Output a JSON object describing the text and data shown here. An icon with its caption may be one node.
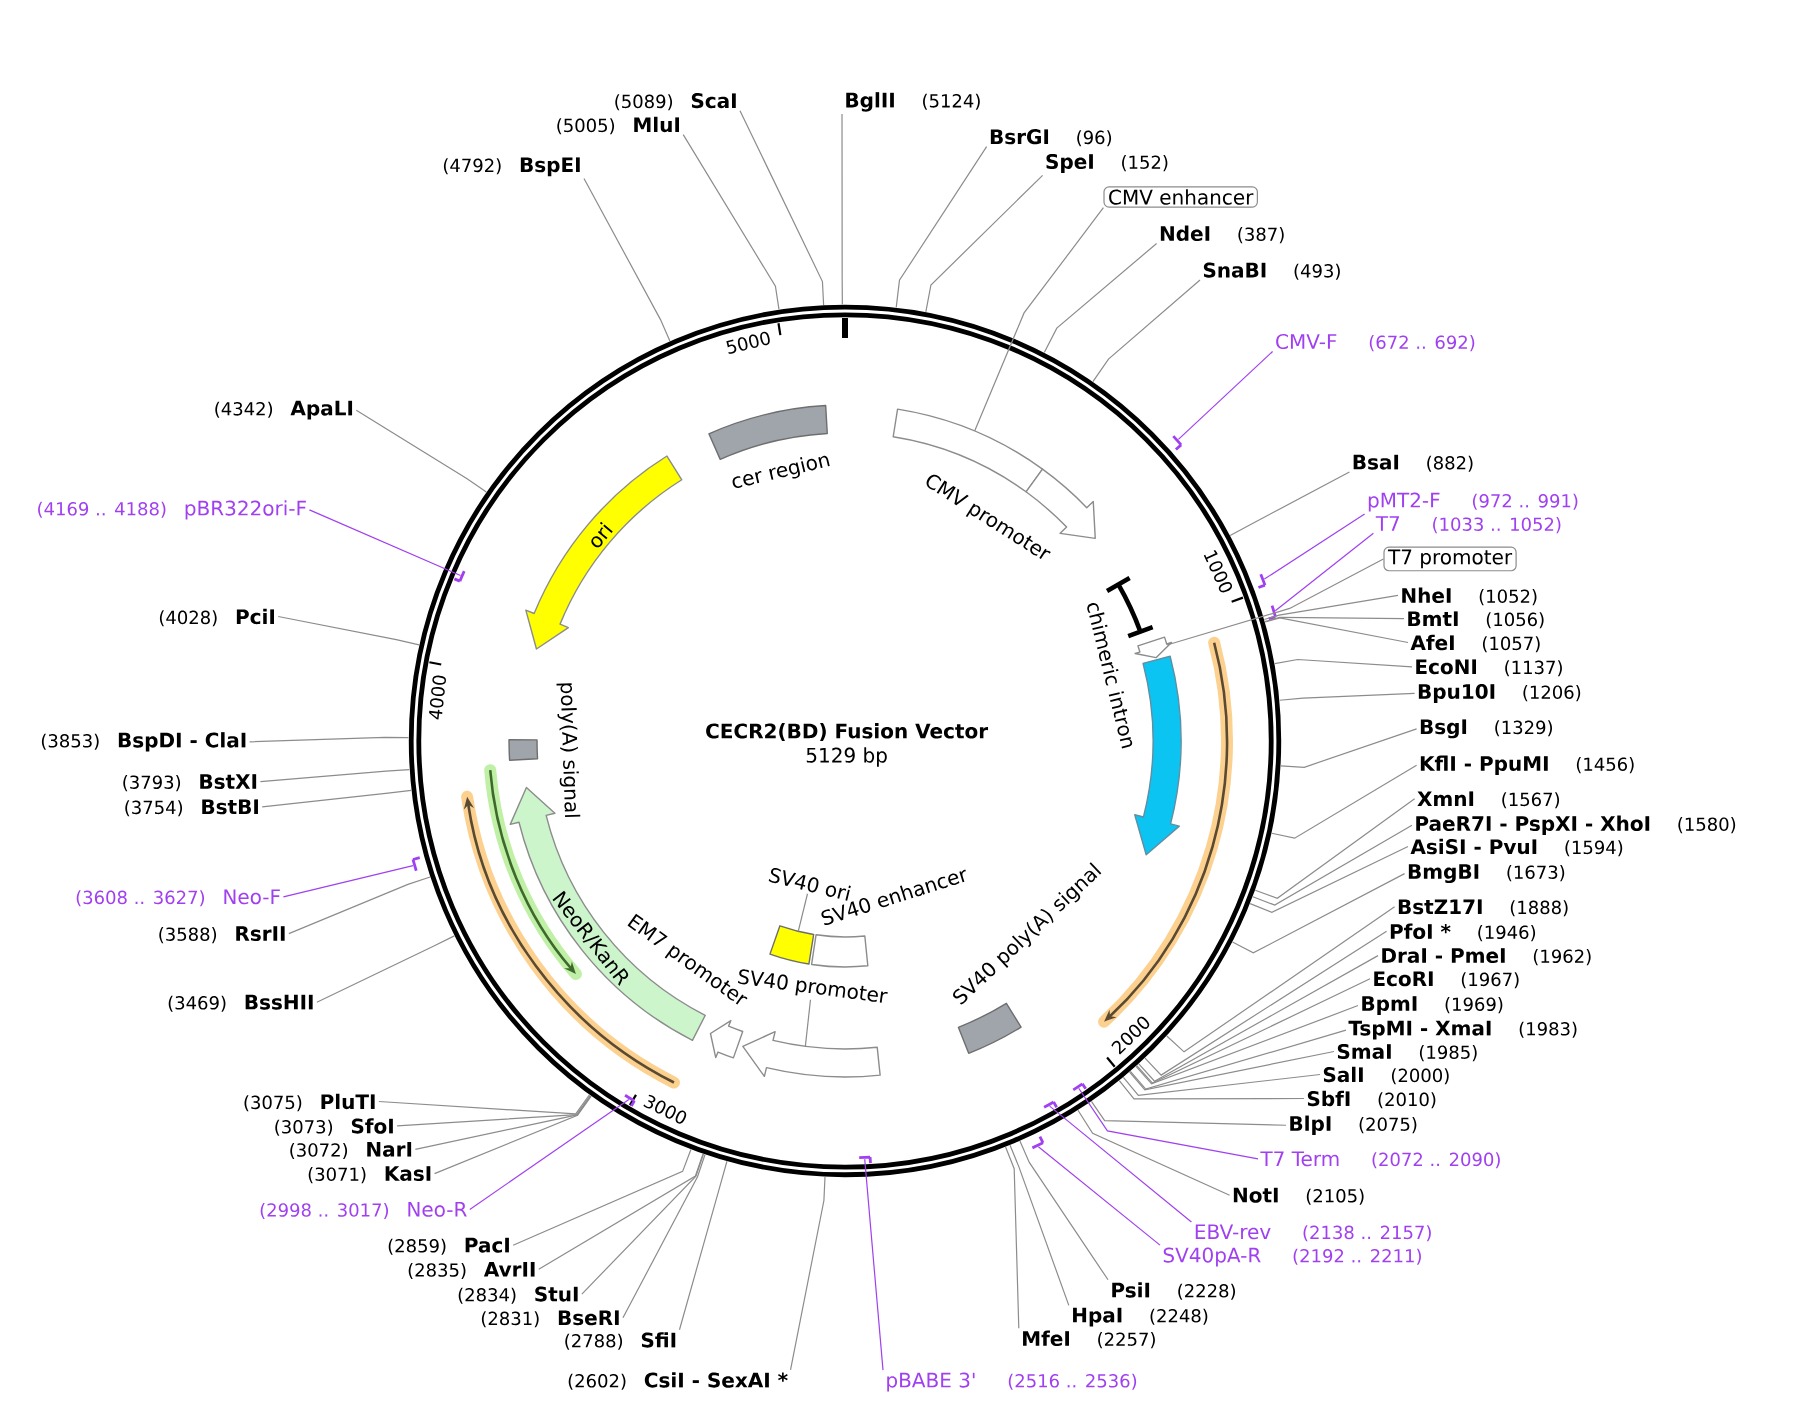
{
  "diagram": {
    "nodes": [
      {
        "text": [
          "CECR2(BD) Fusion Vector",
          "5129 bp"
        ]
      },
      {
        "text": [
          "cer region"
        ],
        "in": 0
      },
      {
        "text": [],
        "shape": "bar",
        "in": 0
      },
      {
        "text": [
          "CMV promoter"
        ],
        "in": 0
      },
      {
        "text": [],
        "shape": "arrow",
        "in": 0
      },
      {
        "text": [
          "chimeric intron"
        ],
        "in": 0
      },
      {
        "text": [],
        "shape": "arrow",
        "in": 0
      },
      {
        "text": [
          "SV40 poly(A) signal"
        ],
        "in": 0
      },
      {
        "text": [],
        "shape": "arrow",
        "in": 0
      },
      {
        "text": [
          "SV40 promoter"
        ],
        "in": 0
      },
      {
        "text": [
          "SV40 enhancer"
        ],
        "in": 0
      },
      {
        "text": [],
        "shape": "box",
        "in": 0
      },
      {
        "text": [
          "SV40 ori"
        ],
        "in": 0
      },
      {
        "text": [
          "EM7 promoter"
        ],
        "in": 0
      },
      {
        "text": [
          "NeoR/KanR"
        ],
        "in": 0
      },
      {
        "text": [
          "poly(A) signal"
        ],
        "in": 0
      },
      {
        "text": [
          "ori"
        ],
        "in": 0
      },
      {
        "text": [
          "BsrGI"
        ],
        "beside": [
          "(96)"
        ]
      },
      {
        "text": [
          "SpeI"
        ],
        "beside": [
          "(152)"
        ]
      },
      {
        "text": [
          "CMV enhancer"
        ]
      },
      {
        "text": [
          "NdeI"
        ],
        "beside": [
          "(387)"
        ]
      },
      {
        "text": [
          "SnaBI"
        ],
        "beside": [
          "(493)"
        ]
      },
      {
        "text": [
          "CMV-F"
        ],
        "beside": [
          "(672 .. 692)"
        ]
      },
      {
        "text": [],
        "shape": "bar"
      },
      {
        "text": [
          "BsaI"
        ],
        "beside": [
          "(882)"
        ]
      },
      {
        "text": [
          "pMT2-F"
        ],
        "beside": [
          "(972 .. 991)"
        ]
      },
      {
        "text": [],
        "shape": "bar"
      },
      {
        "text": [
          "T7"
        ],
        "beside": [
          "(1033 .. 1052)"
        ]
      },
      {
        "text": [],
        "shape": "bar"
      },
      {
        "text": [
          "T7 promoter"
        ]
      },
      {
        "text": [
          "NheI"
        ],
        "beside": [
          "(1052)"
        ]
      },
      {
        "text": [
          "BmtI"
        ],
        "beside": [
          "(1056)"
        ]
      },
      {
        "text": [
          "AfeI"
        ],
        "beside": [
          "(1057)"
        ]
      },
      {
        "text": [
          "EcoNI"
        ],
        "beside": [
          "(1137)"
        ]
      },
      {
        "text": [
          "Bpu10I"
        ],
        "beside": [
          "(1206)"
        ]
      },
      {
        "text": [
          "BsgI"
        ],
        "beside": [
          "(1329)"
        ]
      },
      {
        "text": [
          "KflI - PpuMI"
        ],
        "beside": [
          "(1456)"
        ]
      },
      {
        "text": [
          "XmnI"
        ],
        "beside": [
          "(1567)"
        ]
      },
      {
        "text": [
          "PaeR7I - PspXI - XhoI"
        ],
        "beside": [
          "(1580)"
        ]
      },
      {
        "text": [
          "AsiSI - PvuI"
        ],
        "beside": [
          "(1594)"
        ]
      },
      {
        "text": [
          "BmgBI"
        ],
        "beside": [
          "(1673)"
        ]
      },
      {
        "text": [
          "BstZ17I"
        ],
        "beside": [
          "(1888)"
        ]
      },
      {
        "text": [
          "PfoI *"
        ],
        "beside": [
          "(1946)"
        ]
      },
      {
        "text": [
          "DraI - PmeI"
        ],
        "beside": [
          "(1962)"
        ]
      },
      {
        "text": [
          "EcoRI"
        ],
        "beside": [
          "(1967)"
        ]
      },
      {
        "text": [
          "BpmI"
        ],
        "beside": [
          "(1969)"
        ]
      },
      {
        "text": [
          "TspMI - XmaI"
        ],
        "beside": [
          "(1983)"
        ]
      },
      {
        "text": [
          "SmaI"
        ],
        "beside": [
          "(1985)"
        ]
      },
      {
        "text": [
          "SalI"
        ],
        "beside": [
          "(2000)"
        ]
      },
      {
        "text": [
          "SbfI"
        ],
        "beside": [
          "(2010)"
        ]
      },
      {
        "text": [
          "BlpI"
        ],
        "beside": [
          "(2075)"
        ]
      },
      {
        "text": [
          "T7 Term"
        ],
        "beside": [
          "(2072 .. 2090)"
        ]
      },
      {
        "text": [],
        "shape": "bar",
        "in": 0
      },
      {
        "text": [
          "NotI"
        ],
        "beside": [
          "(2105)"
        ]
      },
      {
        "text": [
          "EBV-rev"
        ],
        "beside": [
          "(2138 .. 2157)"
        ]
      },
      {
        "text": [],
        "shape": "bar",
        "in": 0
      },
      {
        "text": [
          "SV40pA-R"
        ],
        "beside": [
          "(2192 .. 2211)"
        ]
      },
      {
        "text": [],
        "shape": "bar"
      },
      {
        "text": [
          "PsiI"
        ],
        "beside": [
          "(2228)"
        ]
      },
      {
        "text": [
          "HpaI"
        ],
        "beside": [
          "(2248)"
        ]
      },
      {
        "text": [
          "MfeI"
        ],
        "beside": [
          "(2257)"
        ]
      },
      {
        "text": [
          "pBABE 3'"
        ],
        "beside": [
          "(2516 .. 2536)"
        ]
      },
      {
        "text": [],
        "shape": "bar",
        "in": 0
      },
      {
        "text": [
          "CsiI - SexAI *"
        ],
        "beside": [
          "(2602)"
        ]
      },
      {
        "text": [
          "SfiI"
        ],
        "beside": [
          "(2788)"
        ]
      },
      {
        "text": [
          "BseRI"
        ],
        "beside": [
          "(2831)"
        ]
      },
      {
        "text": [
          "StuI"
        ],
        "beside": [
          "(2834)"
        ]
      },
      {
        "text": [
          "AvrII"
        ],
        "beside": [
          "(2835)"
        ]
      },
      {
        "text": [
          "PacI"
        ],
        "beside": [
          "(2859)"
        ]
      },
      {
        "text": [
          "Neo-R"
        ],
        "beside": [
          "(2998 .. 3017)"
        ]
      },
      {
        "text": [],
        "shape": "bar",
        "in": 0
      },
      {
        "text": [
          "KasI"
        ],
        "beside": [
          "(3071)"
        ]
      },
      {
        "text": [
          "NarI"
        ],
        "beside": [
          "(3072)"
        ]
      },
      {
        "text": [
          "SfoI"
        ],
        "beside": [
          "(3073)"
        ]
      },
      {
        "text": [
          "PluTI"
        ],
        "beside": [
          "(3075)"
        ]
      },
      {
        "text": [
          "BssHII"
        ],
        "beside": [
          "(3469)"
        ]
      },
      {
        "text": [
          "RsrII"
        ],
        "beside": [
          "(3588)"
        ]
      },
      {
        "text": [
          "Neo-F"
        ],
        "beside": [
          "(3608 .. 3627)"
        ]
      },
      {
        "text": [],
        "shape": "bar"
      },
      {
        "text": [
          "BstBI"
        ],
        "beside": [
          "(3754)"
        ]
      },
      {
        "text": [
          "BstXI"
        ],
        "beside": [
          "(3793)"
        ]
      },
      {
        "text": [
          "BspDI - ClaI"
        ],
        "beside": [
          "(3853)"
        ]
      },
      {
        "text": [
          "PciI"
        ],
        "beside": [
          "(4028)"
        ]
      },
      {
        "text": [
          "pBR322ori-F"
        ],
        "beside": [
          "(4169 .. 4188)"
        ]
      },
      {
        "text": [],
        "shape": "bar",
        "in": 0
      },
      {
        "text": [
          "ApaLI"
        ],
        "beside": [
          "(4342)"
        ]
      },
      {
        "text": [
          "BspEI"
        ],
        "beside": [
          "(4792)"
        ]
      },
      {
        "text": [
          "MluI"
        ],
        "beside": [
          "(5005)"
        ]
      },
      {
        "text": [
          "ScaI"
        ],
        "beside": [
          "(5089)"
        ]
      },
      {
        "text": [
          "BglII"
        ],
        "beside": [
          "(5124)"
        ]
      }
    ],
    "edges": [
      {
        "from": 9,
        "to": 8,
        "arrow": "none"
      },
      {
        "from": 12,
        "to": 11,
        "arrow": "none"
      },
      {
        "from": 17,
        "to": 0,
        "arrow": "none"
      },
      {
        "from": 18,
        "to": 0,
        "arrow": "none"
      },
      {
        "from": 19,
        "to": 2,
        "arrow": "none"
      },
      {
        "from": 20,
        "to": 0,
        "arrow": "none"
      },
      {
        "from": 21,
        "to": 0,
        "arrow": "none"
      },
      {
        "from": 22,
        "to": 23,
        "arrow": "none",
        "color": "#a040f0"
      },
      {
        "from": 24,
        "to": 0,
        "arrow": "none"
      },
      {
        "from": 25,
        "to": 26,
        "arrow": "none",
        "color": "#a040f0"
      },
      {
        "from": 27,
        "to": 28,
        "arrow": "none",
        "color": "#a040f0"
      },
      {
        "from": 29,
        "to": 4,
        "arrow": "none"
      },
      {
        "from": 30,
        "to": 0,
        "arrow": "none"
      },
      {
        "from": 31,
        "to": 0,
        "arrow": "none"
      },
      {
        "from": 32,
        "to": 0,
        "arrow": "none"
      },
      {
        "from": 33,
        "to": 0,
        "arrow": "none"
      },
      {
        "from": 34,
        "to": 0,
        "arrow": "none"
      },
      {
        "from": 35,
        "to": 0,
        "arrow": "none"
      },
      {
        "from": 36,
        "to": 0,
        "arrow": "none"
      },
      {
        "from": 37,
        "to": 0,
        "arrow": "none"
      },
      {
        "from": 38,
        "to": 0,
        "arrow": "none"
      },
      {
        "from": 39,
        "to": 0,
        "arrow": "none"
      },
      {
        "from": 40,
        "to": 0,
        "arrow": "none"
      },
      {
        "from": 41,
        "to": 0,
        "arrow": "none"
      },
      {
        "from": 42,
        "to": 0,
        "arrow": "none"
      },
      {
        "from": 43,
        "to": 0,
        "arrow": "none"
      },
      {
        "from": 44,
        "to": 0,
        "arrow": "none"
      },
      {
        "from": 45,
        "to": 0,
        "arrow": "none"
      },
      {
        "from": 46,
        "to": 0,
        "arrow": "none"
      },
      {
        "from": 47,
        "to": 0,
        "arrow": "none"
      },
      {
        "from": 48,
        "to": 0,
        "arrow": "none"
      },
      {
        "from": 49,
        "to": 0,
        "arrow": "none"
      },
      {
        "from": 50,
        "to": 0,
        "arrow": "none"
      },
      {
        "from": 51,
        "to": 52,
        "arrow": "none",
        "color": "#a040f0"
      },
      {
        "from": 53,
        "to": 0,
        "arrow": "none"
      },
      {
        "from": 54,
        "to": 55,
        "arrow": "none",
        "color": "#a040f0"
      },
      {
        "from": 56,
        "to": 57,
        "arrow": "none",
        "color": "#a040f0"
      },
      {
        "from": 58,
        "to": 0,
        "arrow": "none"
      },
      {
        "from": 59,
        "to": 0,
        "arrow": "none"
      },
      {
        "from": 60,
        "to": 0,
        "arrow": "none"
      },
      {
        "from": 61,
        "to": 62,
        "arrow": "none",
        "color": "#a040f0"
      },
      {
        "from": 63,
        "to": 0,
        "arrow": "none"
      },
      {
        "from": 64,
        "to": 0,
        "arrow": "none"
      },
      {
        "from": 65,
        "to": 0,
        "arrow": "none"
      },
      {
        "from": 66,
        "to": 0,
        "arrow": "none"
      },
      {
        "from": 67,
        "to": 0,
        "arrow": "none"
      },
      {
        "from": 68,
        "to": 0,
        "arrow": "none"
      },
      {
        "from": 69,
        "to": 70,
        "arrow": "none",
        "color": "#a040f0"
      },
      {
        "from": 71,
        "to": 0,
        "arrow": "none"
      },
      {
        "from": 72,
        "to": 0,
        "arrow": "none"
      },
      {
        "from": 73,
        "to": 0,
        "arrow": "none"
      },
      {
        "from": 74,
        "to": 0,
        "arrow": "none"
      },
      {
        "from": 75,
        "to": 0,
        "arrow": "none"
      },
      {
        "from": 76,
        "to": 0,
        "arrow": "none"
      },
      {
        "from": 77,
        "to": 78,
        "arrow": "none",
        "color": "#a040f0"
      },
      {
        "from": 79,
        "to": 0,
        "arrow": "none"
      },
      {
        "from": 80,
        "to": 0,
        "arrow": "none"
      },
      {
        "from": 81,
        "to": 0,
        "arrow": "none"
      },
      {
        "from": 82,
        "to": 0,
        "arrow": "none"
      },
      {
        "from": 83,
        "to": 84,
        "arrow": "none",
        "color": "#a040f0"
      },
      {
        "from": 85,
        "to": 0,
        "arrow": "none"
      },
      {
        "from": 86,
        "to": 0,
        "arrow": "none"
      },
      {
        "from": 87,
        "to": 0,
        "arrow": "none"
      },
      {
        "from": 88,
        "to": 0,
        "arrow": "none"
      },
      {
        "from": 89,
        "to": 0,
        "arrow": "none"
      }
    ],
    "labels": [
      "5000",
      "1000",
      "4000",
      "2000",
      "3000"
    ]
  }
}
